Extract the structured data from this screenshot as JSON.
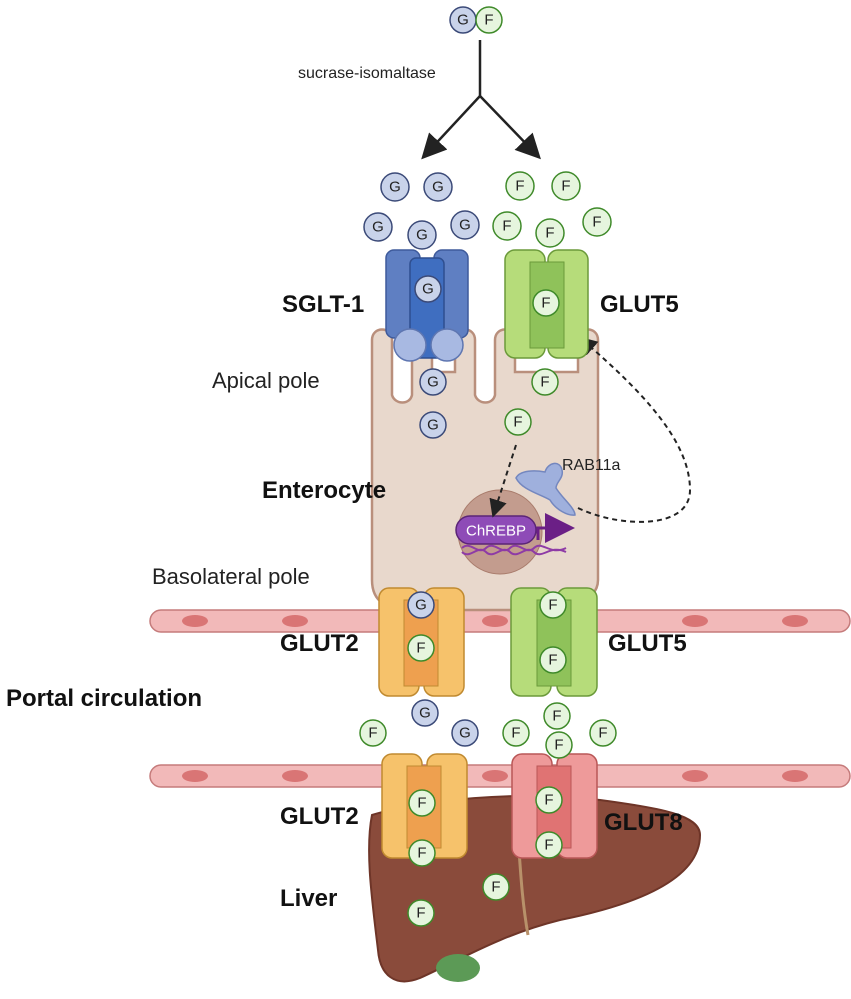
{
  "labels": {
    "enzyme": "sucrase-isomaltase",
    "sglt1": "SGLT-1",
    "glut5_apical": "GLUT5",
    "apical_pole": "Apical pole",
    "enterocyte": "Enterocyte",
    "rab11a": "RAB11a",
    "chrebp": "ChREBP",
    "basolateral_pole": "Basolateral pole",
    "glut2_baso": "GLUT2",
    "glut5_baso": "GLUT5",
    "portal": "Portal circulation",
    "glut2_liver": "GLUT2",
    "glut8_liver": "GLUT8",
    "liver": "Liver"
  },
  "molecules": {
    "glucose": "G",
    "fructose": "F"
  },
  "colors": {
    "glucose_fill": "#c9d3ea",
    "glucose_stroke": "#3b4a78",
    "fructose_fill": "#e6f5de",
    "fructose_stroke": "#3f8a2a",
    "sglt1": "#6f8cc9",
    "glut5": "#b6dc7a",
    "glut2": "#f6c26b",
    "glut8": "#ee9a9a",
    "cell": "#e8d8cc",
    "liver": "#8a4b3b",
    "chrebp": "#8e4bb7"
  }
}
